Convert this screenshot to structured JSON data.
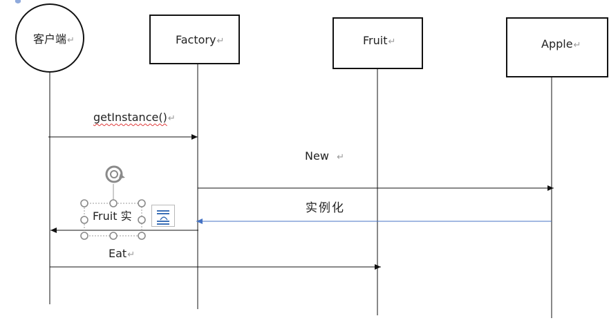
{
  "participants": {
    "client": {
      "label": "客户端"
    },
    "factory": {
      "label": "Factory"
    },
    "fruit": {
      "label": "Fruit"
    },
    "apple": {
      "label": "Apple"
    }
  },
  "messages": {
    "get_instance": "getInstance()",
    "new_label": "New",
    "instantiate": "实例化",
    "return_label": "Fruit 实",
    "eat": "Eat"
  },
  "paragraph_mark": "↵",
  "colors": {
    "line": "#111111",
    "return_arrow": "#4472c4",
    "handle": "#8a8a8a",
    "spellcheck": "#e03a3a"
  }
}
